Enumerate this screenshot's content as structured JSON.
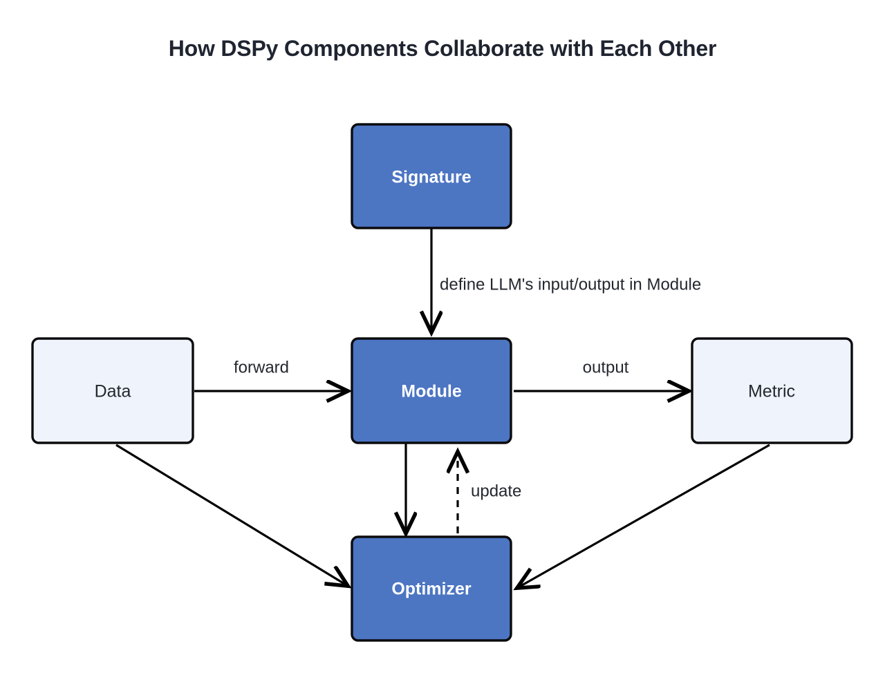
{
  "title": "How DSPy Components Collaborate with Each Other",
  "colors": {
    "background": "#ffffff",
    "title_text": "#1f2430",
    "node_filled": "#4c75c2",
    "node_light": "#eff3fc",
    "node_border": "#0b0b0d",
    "node_dark_text": "#ffffff",
    "node_light_text": "#23272e",
    "edge": "#000000",
    "edge_label_text": "#23272e"
  },
  "nodes": [
    {
      "id": "signature",
      "label": "Signature",
      "style": "filled"
    },
    {
      "id": "data",
      "label": "Data",
      "style": "light"
    },
    {
      "id": "module",
      "label": "Module",
      "style": "filled"
    },
    {
      "id": "metric",
      "label": "Metric",
      "style": "light"
    },
    {
      "id": "optimizer",
      "label": "Optimizer",
      "style": "filled"
    }
  ],
  "edges": [
    {
      "id": "signature-module",
      "from": "Signature",
      "to": "Module",
      "label": "define LLM's input/output in Module",
      "style": "solid"
    },
    {
      "id": "data-module",
      "from": "Data",
      "to": "Module",
      "label": "forward",
      "style": "solid"
    },
    {
      "id": "module-metric",
      "from": "Module",
      "to": "Metric",
      "label": "output",
      "style": "solid"
    },
    {
      "id": "module-optimizer",
      "from": "Module",
      "to": "Optimizer",
      "label": "",
      "style": "solid"
    },
    {
      "id": "optimizer-module",
      "from": "Optimizer",
      "to": "Module",
      "label": "update",
      "style": "dashed"
    },
    {
      "id": "data-optimizer",
      "from": "Data",
      "to": "Optimizer",
      "label": "",
      "style": "solid"
    },
    {
      "id": "metric-optimizer",
      "from": "Metric",
      "to": "Optimizer",
      "label": "",
      "style": "solid"
    }
  ]
}
